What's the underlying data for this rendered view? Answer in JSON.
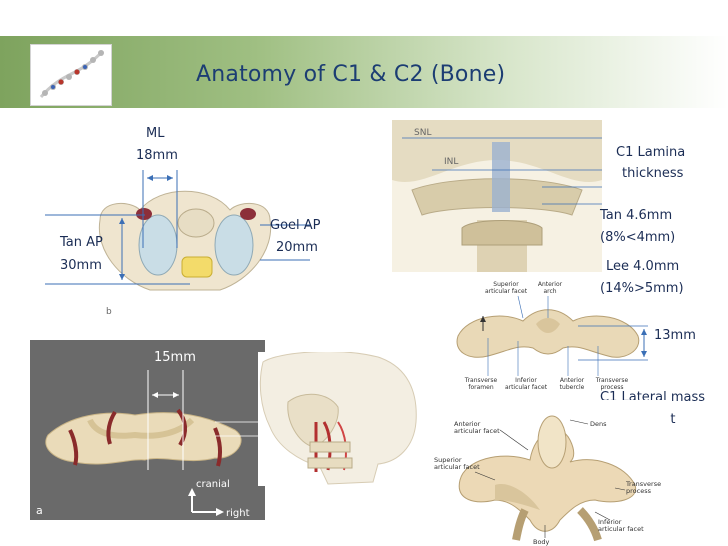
{
  "title": "Anatomy of C1 & C2 (Bone)",
  "figure_a_label": "b",
  "labels": {
    "ml": "ML",
    "ml_value": "18mm",
    "tan_ap": "Tan AP",
    "tan_ap_value": "30mm",
    "goel_ap": "Goel AP",
    "goel_ap_value": "20mm",
    "c1_lamina": "C1 Lamina",
    "c1_lamina_2": "thickness",
    "tan_thick": "Tan 4.6mm",
    "tan_thick_2": "(8%<4mm)",
    "lee_thick": "Lee 4.0mm",
    "lee_thick_2": "(14%>5mm)",
    "mass_value": "13mm",
    "lateral_mass": "C1 Lateral mass",
    "lateral_mass_2": "height",
    "photo_width": "15mm"
  },
  "xray_labels": {
    "snl": "SNL",
    "inl": "INL"
  },
  "c1_anatomy_labels": {
    "superior_facet": "Superior\narticular facet",
    "anterior_arch": "Anterior\narch",
    "transverse_foramen": "Transverse\nforamen",
    "inferior_facet": "Inferior\narticular facet",
    "anterior_tubercle": "Anterior\ntubercle",
    "transverse_process": "Transverse\nprocess"
  },
  "c2_anatomy_labels": {
    "anterior_facet": "Anterior\narticular facet",
    "dens": "Dens",
    "superior_facet": "Superior\narticular facet",
    "transverse_process": "Transverse\nprocess",
    "inferior_facet": "Inferior\narticular facet",
    "body": "Body"
  },
  "photo_labels": {
    "cranial": "cranial",
    "right": "right",
    "panel_letter": "a"
  },
  "colors": {
    "title": "#1c3d73",
    "label": "#1b2d55",
    "line": "#3b6fb6",
    "bone": "#e8dcc0",
    "artery": "#8a2b2b"
  }
}
